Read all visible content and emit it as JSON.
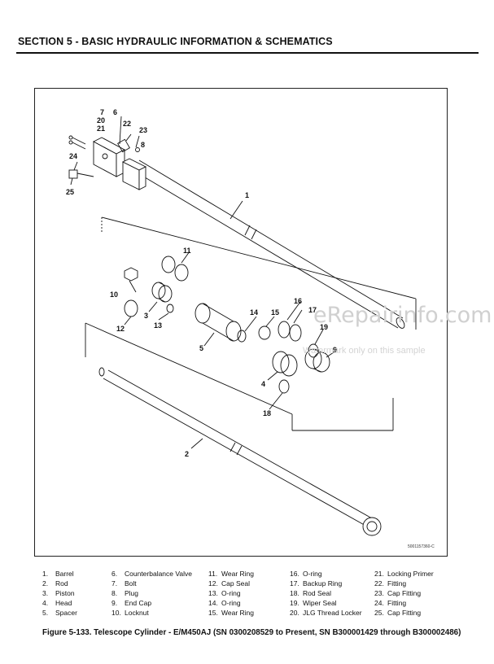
{
  "header": {
    "title": "SECTION 5 - BASIC HYDRAULIC INFORMATION & SCHEMATICS"
  },
  "figure": {
    "id_code": "5001157360-C",
    "callouts": [
      "1",
      "2",
      "3",
      "4",
      "5",
      "6",
      "7",
      "8",
      "9",
      "10",
      "11",
      "12",
      "13",
      "14",
      "15",
      "16",
      "17",
      "18",
      "19",
      "20",
      "21",
      "22",
      "23",
      "24",
      "25"
    ]
  },
  "legend": [
    {
      "num": "1.",
      "label": "Barrel"
    },
    {
      "num": "2.",
      "label": "Rod"
    },
    {
      "num": "3.",
      "label": "Piston"
    },
    {
      "num": "4.",
      "label": "Head"
    },
    {
      "num": "5.",
      "label": "Spacer"
    },
    {
      "num": "6.",
      "label": "Counterbalance Valve"
    },
    {
      "num": "7.",
      "label": "Bolt"
    },
    {
      "num": "8.",
      "label": "Plug"
    },
    {
      "num": "9.",
      "label": "End Cap"
    },
    {
      "num": "10.",
      "label": "Locknut"
    },
    {
      "num": "11.",
      "label": "Wear Ring"
    },
    {
      "num": "12.",
      "label": "Cap Seal"
    },
    {
      "num": "13.",
      "label": "O-ring"
    },
    {
      "num": "14.",
      "label": "O-ring"
    },
    {
      "num": "15.",
      "label": "Wear Ring"
    },
    {
      "num": "16.",
      "label": "O-ring"
    },
    {
      "num": "17.",
      "label": "Backup Ring"
    },
    {
      "num": "18.",
      "label": "Rod Seal"
    },
    {
      "num": "19.",
      "label": "Wiper Seal"
    },
    {
      "num": "20.",
      "label": "JLG Thread Locker"
    },
    {
      "num": "21.",
      "label": "Locking Primer"
    },
    {
      "num": "22.",
      "label": "Fitting"
    },
    {
      "num": "23.",
      "label": "Cap Fitting"
    },
    {
      "num": "24.",
      "label": "Fitting"
    },
    {
      "num": "25.",
      "label": "Cap Fitting"
    }
  ],
  "caption": "Figure 5-133.  Telescope Cylinder - E/M450AJ (SN 0300208529 to Present, SN B300001429 through B300002486)",
  "watermark": {
    "main": "eRepairinfo.com",
    "sub": "Watermark only on this sample"
  }
}
